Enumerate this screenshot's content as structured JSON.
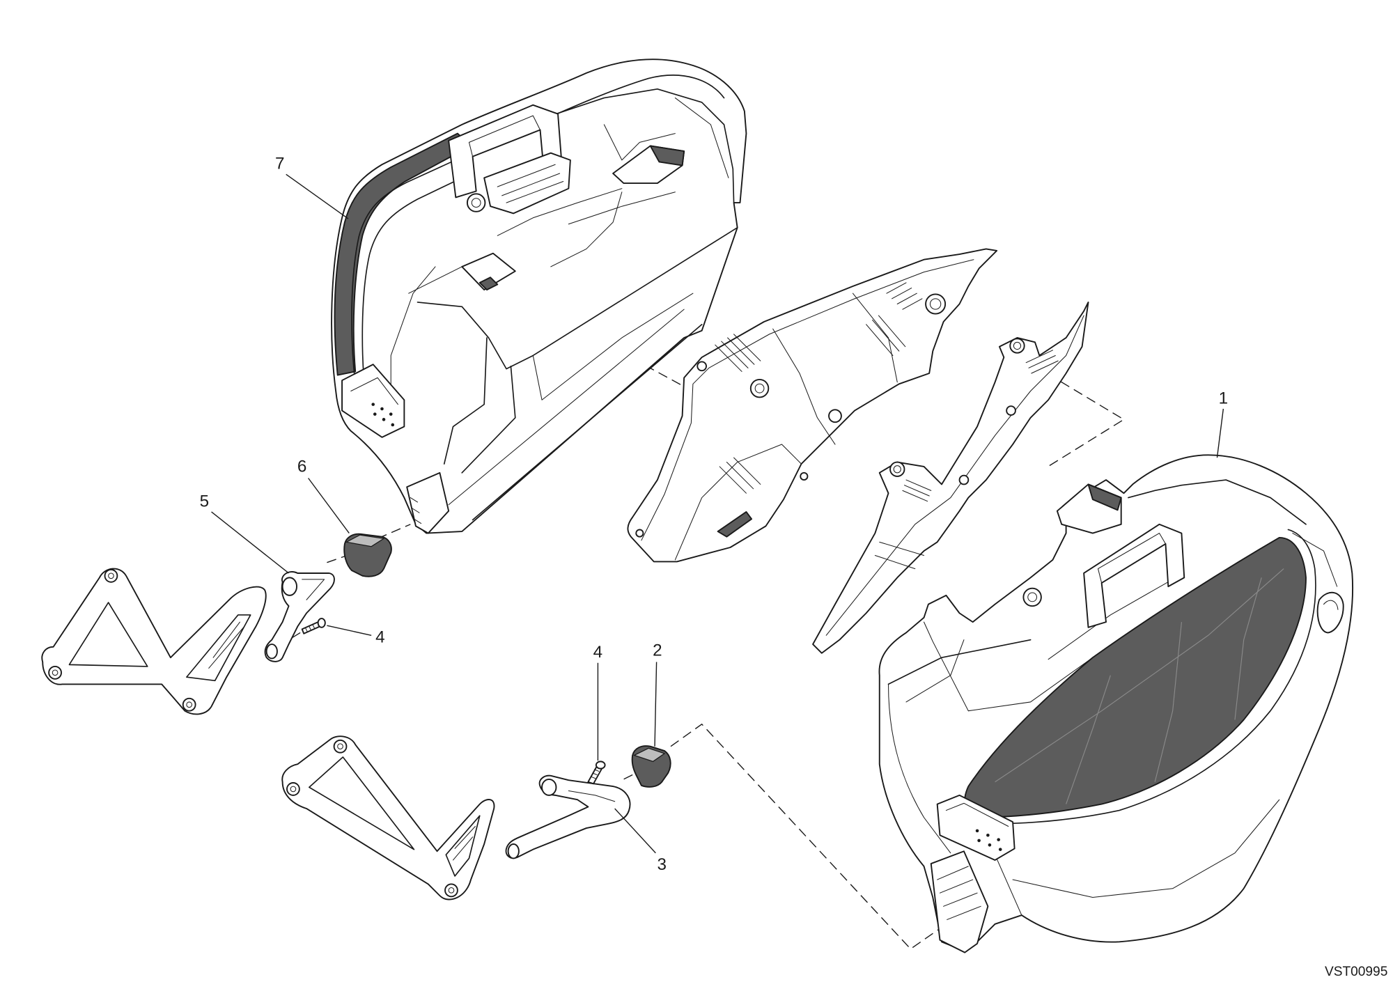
{
  "figure_code": "VST00995",
  "callouts": [
    {
      "label": "7"
    },
    {
      "label": "1"
    },
    {
      "label": "6"
    },
    {
      "label": "5"
    },
    {
      "label": "4"
    },
    {
      "label": "4"
    },
    {
      "label": "2"
    },
    {
      "label": "3"
    }
  ],
  "colors": {
    "line": "#1a1a1a",
    "panel": "#5c5c5c",
    "background": "#ffffff"
  }
}
